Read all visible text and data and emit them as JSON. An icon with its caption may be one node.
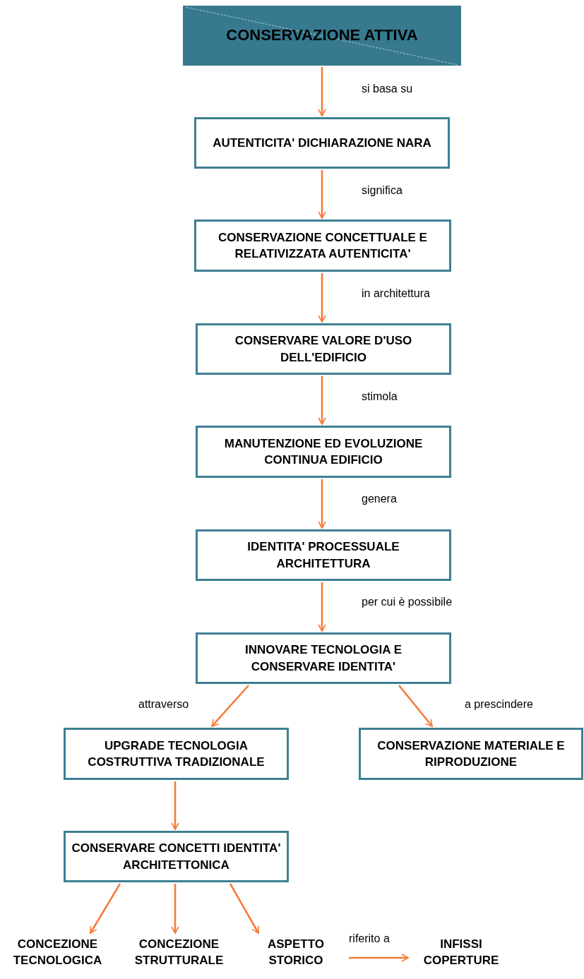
{
  "diagram": {
    "nodes": [
      {
        "text": [
          "CONSERVAZIONE ATTIVA"
        ]
      },
      {
        "text": [
          "AUTENTICITA' DICHIARAZIONE NARA"
        ]
      },
      {
        "text": [
          "CONSERVAZIONE CONCETTUALE E RELATIVIZZATA AUTENTICITA'"
        ]
      },
      {
        "text": [
          "CONSERVARE VALORE D'USO DELL'EDIFICIO"
        ]
      },
      {
        "text": [
          "MANUTENZIONE ED EVOLUZIONE CONTINUA EDIFICIO"
        ]
      },
      {
        "text": [
          "IDENTITA' PROCESSUALE ARCHITETTURA"
        ]
      },
      {
        "text": [
          "INNOVARE TECNOLOGIA E CONSERVARE IDENTITA'"
        ]
      },
      {
        "text": [
          "UPGRADE TECNOLOGIA COSTRUTTIVA TRADIZIONALE"
        ]
      },
      {
        "text": [
          "CONSERVAZIONE MATERIALE E RIPRODUZIONE"
        ]
      },
      {
        "text": [
          "CONSERVARE CONCETTI IDENTITA' ARCHITETTONICA"
        ]
      },
      {
        "text": [
          "CONCEZIONE TECNOLOGICA"
        ]
      },
      {
        "text": [
          "CONCEZIONE STRUTTURALE"
        ]
      },
      {
        "text": [
          "ASPETTO STORICO"
        ]
      },
      {
        "text": [
          "INFISSI COPERTURE"
        ]
      }
    ],
    "edges": [
      {
        "from": 0,
        "to": 1,
        "arrow": "to",
        "label": "si basa su"
      },
      {
        "from": 1,
        "to": 2,
        "arrow": "to",
        "label": "significa"
      },
      {
        "from": 2,
        "to": 3,
        "arrow": "to",
        "label": "in architettura"
      },
      {
        "from": 3,
        "to": 4,
        "arrow": "to",
        "label": "stimola"
      },
      {
        "from": 4,
        "to": 5,
        "arrow": "to",
        "label": "genera"
      },
      {
        "from": 5,
        "to": 6,
        "arrow": "to",
        "label": "per cui è possibile"
      },
      {
        "from": 6,
        "to": 7,
        "arrow": "to",
        "label": "attraverso"
      },
      {
        "from": 6,
        "to": 8,
        "arrow": "to",
        "label": "a prescindere"
      },
      {
        "from": 7,
        "to": 9,
        "arrow": "to"
      },
      {
        "from": 9,
        "to": 10,
        "arrow": "to"
      },
      {
        "from": 9,
        "to": 11,
        "arrow": "to"
      },
      {
        "from": 9,
        "to": 12,
        "arrow": "to"
      },
      {
        "from": 12,
        "to": 13,
        "arrow": "to",
        "label": "riferito a"
      }
    ]
  }
}
